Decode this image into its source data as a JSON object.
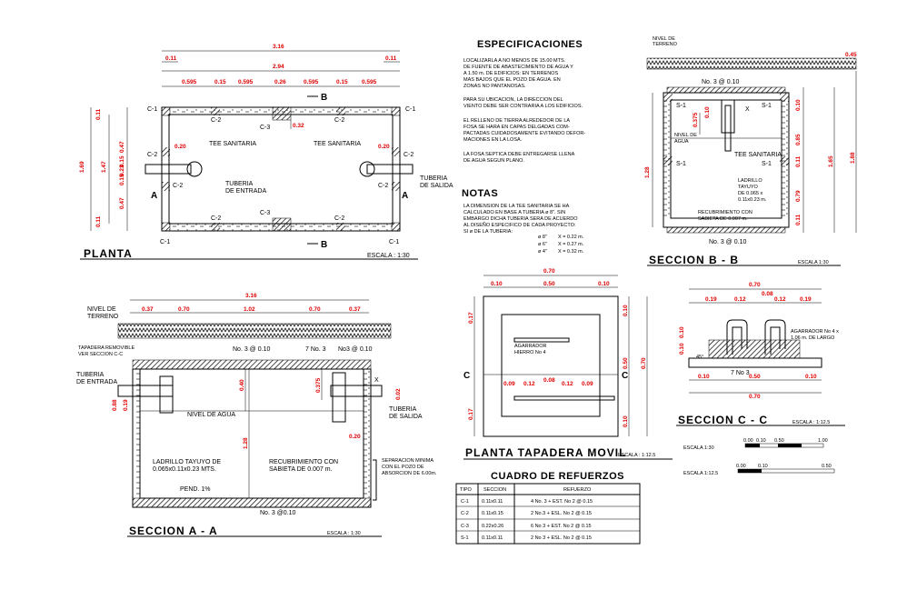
{
  "colors": {
    "ink": "#000000",
    "dimension": "#e00000",
    "paper": "#ffffff"
  },
  "planta": {
    "title": "PLANTA",
    "scale": "ESCALA : 1:30",
    "dims_top": [
      "3.16",
      "2.94",
      "0.11",
      "0.11",
      "0.595",
      "0.15",
      "0.595",
      "0.26",
      "0.595",
      "0.15",
      "0.595"
    ],
    "dims_side": [
      "1.69",
      "1.47",
      "0.11",
      "0.47",
      "0.15",
      "0.23",
      "0.15",
      "0.47",
      "0.11"
    ],
    "inner_dims": [
      "0.20",
      "0.20",
      "0.32"
    ],
    "columns": [
      "C-1",
      "C-1",
      "C-1",
      "C-1",
      "C-2",
      "C-2",
      "C-2",
      "C-2",
      "C-2",
      "C-2",
      "C-2",
      "C-2",
      "C-3",
      "C-3"
    ],
    "tee_left": "TEE SANITARIA",
    "tee_right": "TEE SANITARIA",
    "entrada": [
      "TUBERIA",
      "DE ENTRADA"
    ],
    "salida": [
      "TUBERIA",
      "DE SALIDA"
    ],
    "cuts": [
      "A",
      "A",
      "B",
      "B"
    ]
  },
  "especificaciones": {
    "title": "ESPECIFICACIONES",
    "p1": [
      "LOCALIZARLA A NO MENOS DE 15.00 MTS.",
      "DE FUENTE DE ABASTECIMIENTO DE AGUA Y",
      "A 1.50 m. DE EDIFICIOS: EN TERRENOS",
      "MAS BAJOS QUE EL POZO DE AGUA. EN",
      "ZONAS NO PANTANOSAS."
    ],
    "p2": [
      "PARA SU UBICACION, LA DIRECCION DEL",
      "VIENTO DEBE SER CONTRARIA A LOS EDIFICIOS."
    ],
    "p3": [
      "EL RELLENO DE TIERRA ALREDEDOR DE LA",
      "FOSA SE HARA EN CAPAS DELGADAS COM-",
      "PACTADAS CUIDADOSAMENTE EVITANDO DEFOR-",
      "MACIONES EN LA LOSA."
    ],
    "p4": [
      "LA FOSA SEPTICA DEBE ENTREGARSE LLENA",
      "DE AGUA SEGUN PLANO."
    ]
  },
  "notas": {
    "title": "NOTAS",
    "lines": [
      "LA DIMENSION DE LA TEE SANITARIA SE HA",
      "CALCULADO EN BASE A TUBERIA ø 8\". SIN",
      "EMBARGO DICHA TUBERIA SERA DE ACUERDO",
      "AL DISEÑO ESPECIFICO DE CADA PROYECTO:",
      "SI ø DE LA TUBERIA:"
    ],
    "rows": [
      [
        "ø 8\"",
        "X = 0.22 m."
      ],
      [
        "ø 6\"",
        "X = 0.27 m."
      ],
      [
        "ø 4\"",
        "X = 0.32 m."
      ]
    ]
  },
  "seccion_bb": {
    "title": "SECCION  B - B",
    "scale": "ESCALA 1:30",
    "nivel_terreno": [
      "NIVEL DE",
      "TERRENO"
    ],
    "rebar_top": "No. 3 @ 0.10",
    "rebar_bottom": "No. 3 @ 0.10",
    "labels": [
      "S-1",
      "S-1",
      "S-1",
      "S-1"
    ],
    "nivel_agua": [
      "NIVEL DE",
      "AGUA"
    ],
    "tee": "TEE SANITARIA",
    "ladrillo": [
      "LADRILLO",
      "TAYUYO",
      "DE 0.065 x",
      "0.11x0.23 m."
    ],
    "recubrimiento": [
      "RECUBRIMIENTO CON",
      "SABIETA DE 0.007 m."
    ],
    "dims_left": [
      "1.28"
    ],
    "dims_red": [
      "0.375",
      "0.10"
    ],
    "dims_right": [
      "1.88",
      "1.65",
      "0.10",
      "0.85",
      "0.11",
      "0.79",
      "0.11",
      "0.45"
    ],
    "x": "X"
  },
  "seccion_aa": {
    "title": "SECCION  A - A",
    "scale": "ESCALA : 1:30",
    "nivel_terreno": [
      "NIVEL DE",
      "TERRENO"
    ],
    "tapadera": [
      "TAPADERA REMOVIBLE",
      "VER SECCION C-C"
    ],
    "dims_top": [
      "3.16",
      "0.37",
      "0.70",
      "1.02",
      "0.70",
      "0.37"
    ],
    "rebar_top": [
      "No. 3 @ 0.10",
      "7 No. 3",
      "No3 @ 0.10"
    ],
    "entrada": [
      "TUBERIA",
      "DE ENTRADA"
    ],
    "salida": [
      "TUBERIA",
      "DE SALIDA"
    ],
    "nivel_agua": "NIVEL DE AGUA",
    "dims_inner": [
      "0.40",
      "0.375",
      "1.28",
      "0.20",
      "0.02"
    ],
    "dims_red": [
      "0.88",
      "0.19",
      "0.20"
    ],
    "ladrillo": [
      "LADRILLO TAYUYO DE",
      "0.065x0.11x0.23 MTS."
    ],
    "recubrimiento": [
      "RECUBRIMIENTO CON",
      "SABIETA DE 0.007 m."
    ],
    "pend": "PEND. 1%",
    "rebar_bottom": "No. 3 @0.10",
    "separacion": [
      "SEPARACION MINIMA",
      "CON EL POZO DE",
      "ABSORCION DE 6.00m."
    ],
    "x": "X"
  },
  "tapadera": {
    "title": "PLANTA  TAPADERA MOVIL",
    "scale": "ESCALA : 1:12.5",
    "dims_top": [
      "0.70",
      "0.10",
      "0.50",
      "0.10"
    ],
    "dims_left": [
      "0.17",
      "0.17"
    ],
    "dims_right": [
      "0.10",
      "0.50",
      "0.10",
      "0.70"
    ],
    "dims_mid": [
      "0.09",
      "0.12",
      "0.08",
      "0.12",
      "0.09"
    ],
    "agarrador": [
      "AGARRADOR",
      "HIERRO No 4"
    ],
    "cuts": [
      "C",
      "C"
    ]
  },
  "seccion_cc": {
    "title": "SECCION  C - C",
    "scale": "ESCALA : 1:12.5",
    "dims_top": [
      "0.70",
      "0.19",
      "0.12",
      "0.08",
      "0.12",
      "0.19"
    ],
    "dims_bottom": [
      "0.70",
      "0.10",
      "0.50",
      "0.10"
    ],
    "dims_side": [
      "0.10",
      "0.10"
    ],
    "agarrador": [
      "AGARRADOR No 4 x",
      "1.06 m. DE LARGO"
    ],
    "rebar": "7 No 3",
    "angle": "45°"
  },
  "escalas": [
    {
      "label": "ESCALA 1:30",
      "ticks": [
        "0.00",
        "0.10",
        "0.50",
        "1.00"
      ]
    },
    {
      "label": "ESCALA 1:12.5",
      "ticks": [
        "0.00",
        "0.10",
        "0.50"
      ]
    }
  ],
  "cuadro": {
    "title": "CUADRO  DE  REFUERZOS",
    "headers": [
      "TIPO",
      "SECCION",
      "REFUERZO"
    ],
    "rows": [
      [
        "C-1",
        "0.11x0.11",
        "4 No. 3 + EST. No 2 @ 0.15"
      ],
      [
        "C-2",
        "0.11x0.15",
        "2 No.3 + ESL. No 2 @ 0.15"
      ],
      [
        "C-3",
        "0.22x0.26",
        "6 No 3 + EST. No 2 @ 0.15"
      ],
      [
        "S-1",
        "0.11x0.11",
        "2 No 3 + ESL. No 2 @ 0.15"
      ]
    ]
  }
}
